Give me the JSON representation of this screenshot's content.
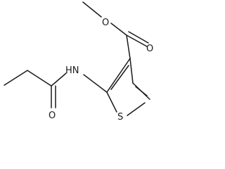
{
  "molecule": {
    "atoms": {
      "ester_carbonyl_o": "O",
      "ester_o": "O",
      "amide_n": "HN",
      "amide_o": "O",
      "ring_s": "S"
    }
  },
  "colors": {
    "bond": "#1a1a1a",
    "background": "#ffffff"
  }
}
